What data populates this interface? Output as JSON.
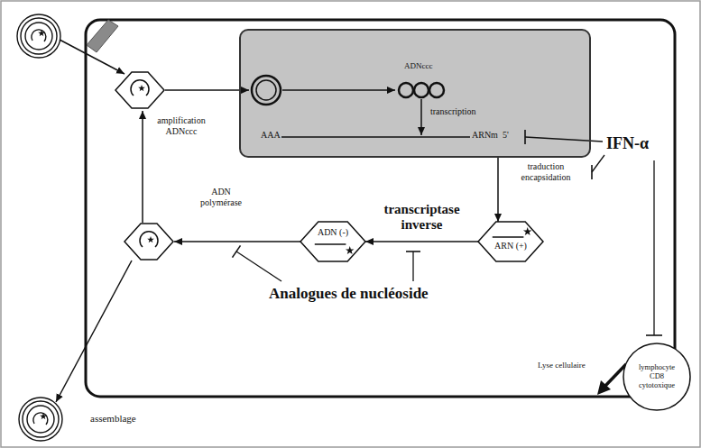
{
  "diagram": {
    "nodes": [
      {
        "text": [
          "ADNccc",
          "transcription",
          "AAA",
          "ARNm"
        ]
      },
      {
        "text": [
          "ARN (+)"
        ]
      },
      {
        "text": [
          "ADN (-)"
        ]
      },
      {
        "text": [
          "lymphocyte CD8 cytotoxique"
        ]
      }
    ],
    "edges": [
      {
        "from": 0,
        "to": 1,
        "arrow": "to"
      },
      {
        "from": 1,
        "to": 2,
        "label": "transcriptase inverse",
        "arrow": "to"
      }
    ],
    "labels": [
      "5'",
      "IFN-α",
      "traduction encapsidation",
      "amplification ADNccc",
      "ADN polymérase",
      "assemblage",
      "Analogues de nucléoside",
      "Lyse cellulaire"
    ]
  }
}
